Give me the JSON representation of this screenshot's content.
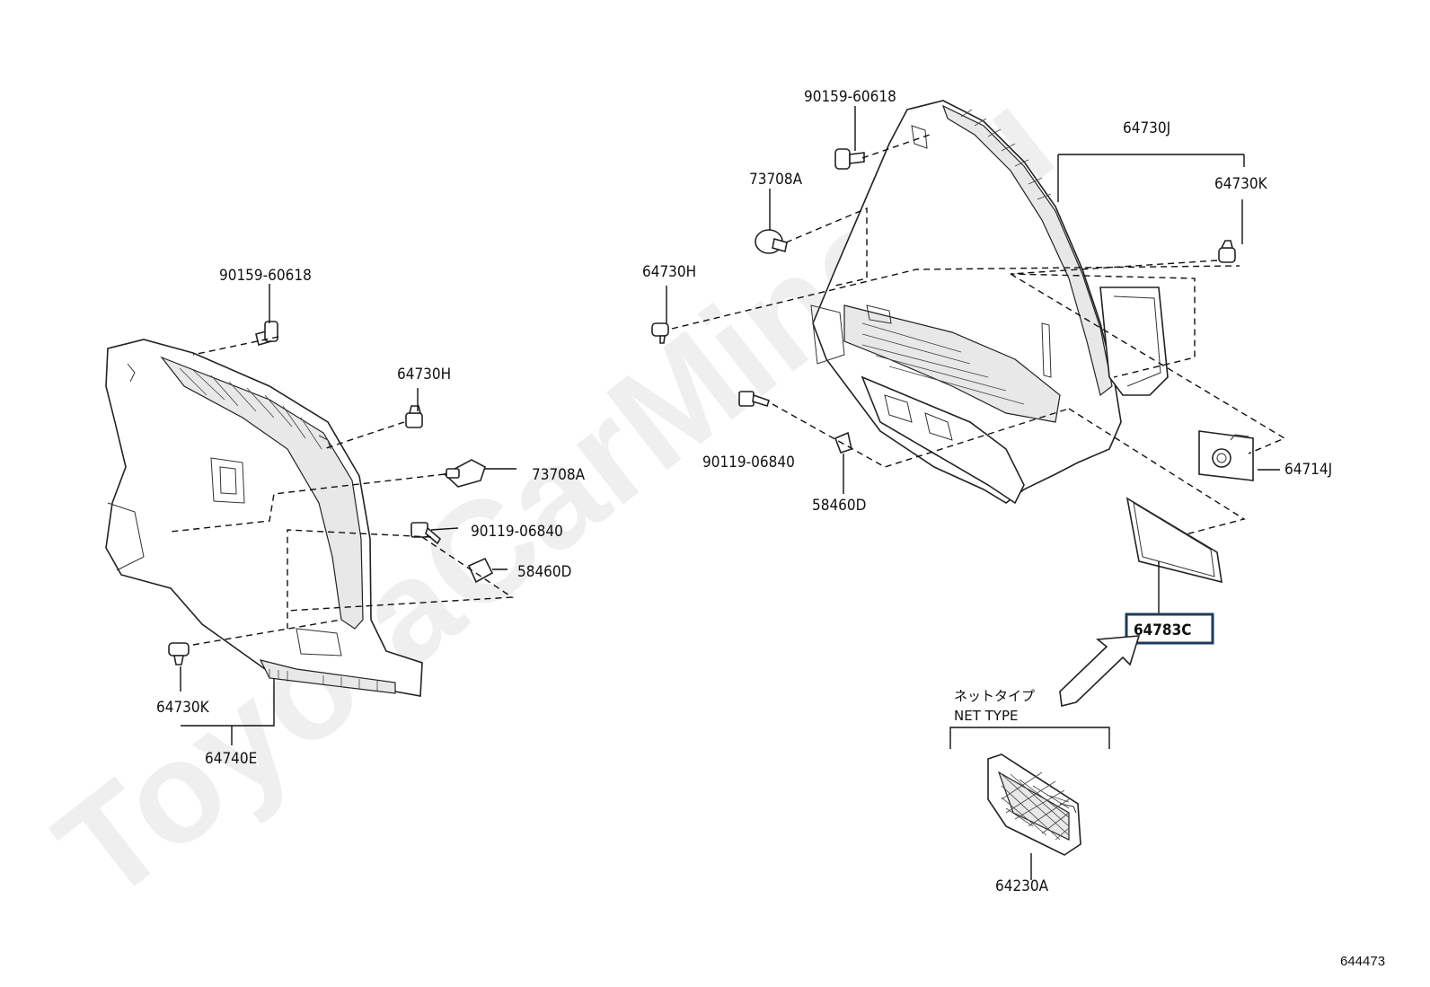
{
  "watermark": "ToyotaCarMine.ru",
  "labels": {
    "l_90159_left": "90159-60618",
    "l_64730H_left": "64730H",
    "l_73708A_left": "73708A",
    "l_90119_left": "90119-06840",
    "l_58460D_left": "58460D",
    "l_64730K_left": "64730K",
    "l_64740E": "64740E",
    "l_90159_right": "90159-60618",
    "l_73708A_right": "73708A",
    "l_64730J": "64730J",
    "l_64730K_right": "64730K",
    "l_64730H_right": "64730H",
    "l_90119_right": "90119-06840",
    "l_58460D_right": "58460D",
    "l_64714J": "64714J",
    "l_64783C": "64783C",
    "l_net_jp": "ネットタイプ",
    "l_net_en": "NET TYPE",
    "l_64230A": "64230A",
    "diagram_number": "644473"
  },
  "colors": {
    "highlight_box": "#1f3b5a",
    "line": "#111111"
  }
}
